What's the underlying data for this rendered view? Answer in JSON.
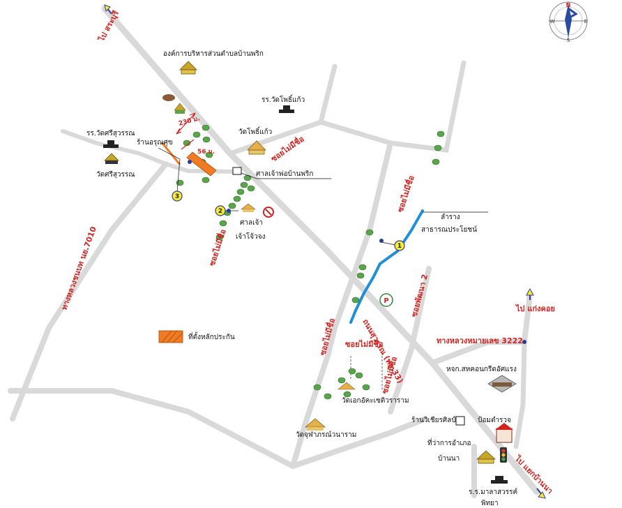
{
  "compass": {
    "north": "N",
    "south": "S",
    "east": "E",
    "west": "W"
  },
  "destinations": {
    "saraburi": "ไป สระบุรี",
    "kaeng_khoi": "ไป แก่งคอย",
    "ban_na_junction": "ไป แยกบ้านนา"
  },
  "roads": {
    "highway_3222": "ทางหลวงหมายเลข 3222",
    "rural_road_7010": "ทางหลวงชนบท นย.7010",
    "suwan_road": "ถนนสุวรรณ (ทล.33)",
    "soi_pattana_2": "ซอยพัฒนา 2",
    "soi_no_name_1": "ซอยไม่มีชื่อ",
    "soi_no_name_2": "ซอยไม่มีชื่อ",
    "soi_no_name_3": "ซอยไม่มีชื่อ",
    "soi_no_name_4": "ซอยไม่มีชื่อ",
    "soi_no_name_5": "ซอยไม่มีชื่อ",
    "soi_no_name_6": "ซอยไม่มีชื่อ"
  },
  "places": {
    "tao_ban_phrik": "องค์การบริหารส่วนตำบลบ้านพริก",
    "school_wat_pho_kaeo": "รร.วัดโพธิ์แก้ว",
    "wat_pho_kaeo": "วัดโพธิ์แก้ว",
    "school_wat_si_suwan": "รร.วัดศรีสุวรรณ",
    "shop_arun": "ร้านอรุณศุข",
    "wat_si_suwan": "วัดศรีสุวรรณ",
    "sala_chao_pho": "ศาลเจ้าพ่อบ้านพริก",
    "sala_chao_line1": "ศาลเจ้า",
    "sala_chao_line2": "เจ้าโจ้วจง",
    "canal_line1": "ลำราง",
    "canal_line2": "สาธารณประโยชน์",
    "hardware_store": "หจก.สหคอนกรีตอัศแรง",
    "wat_ekachat": "วัดเอกอัคะเซติวราราม",
    "wat_chulaphon": "วัดจุฬาภรณ์วนาราม",
    "shop_wichian": "ร้านวิเชียรศิลป์",
    "police_box": "ป้อมตำรวจ",
    "district_office_line1": "ที่ว่าการอำเภอ",
    "district_office_line2": "บ้านนา",
    "school_bottom_line1": "ร.ร.มาลาสวรรค์",
    "school_bottom_line2": "พิทยา"
  },
  "measurements": {
    "dist_230": "230 ม.",
    "dist_56": "56 ม."
  },
  "markers": {
    "m1": "1",
    "m2": "2",
    "m3": "3"
  },
  "legend": {
    "survey_marker": "ที่ตั้งหลักประกัน"
  },
  "colors": {
    "road": "#d9d9d9",
    "canal": "#1e8fd8",
    "label_red": "#d2231f",
    "marker_fill": "#f4ee2d",
    "plot_orange": "#f07b22",
    "tree_green": "#5aa54b"
  }
}
